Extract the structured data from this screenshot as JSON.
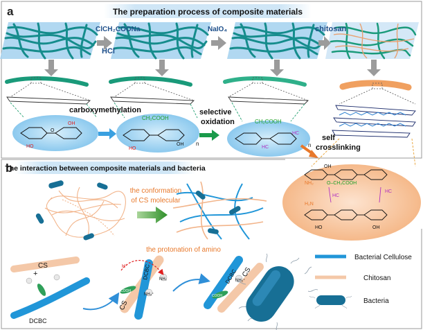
{
  "panel_a": {
    "letter": "a",
    "title": "The preparation process of composite materials",
    "reagents": [
      "ClCH₂COONa",
      "HCl",
      "NaIO₄",
      "chitosan"
    ],
    "steps": {
      "carboxymethylation": "carboxymethylation",
      "selective": "selective",
      "oxidation": "oxidation",
      "self": "self",
      "crosslinking": "crosslinking"
    },
    "chem": {
      "ch2cooh": "CH₂COOH",
      "oh": "OH",
      "ho": "HO",
      "o": "O",
      "n": "n",
      "nh2": "NH₂",
      "h2n": "H₂N",
      "hc": "HC",
      "o_ch2cooh": "O–CH₂COOH"
    }
  },
  "panel_b": {
    "letter": "b",
    "title": "The interaction between composite materials and bacteria",
    "conformation_line1": "the conformation",
    "conformation_line2": "of CS molecular",
    "protonation": "the protonation of amino",
    "cs": "CS",
    "dcbc": "DCBC",
    "plus": "+",
    "nh2": "NH₂",
    "nh3": "NH₃⁺",
    "hplus": "H⁺",
    "cooh": "COOH",
    "legend": [
      "Bacterial Cellulose",
      "Chitosan",
      "Bacteria"
    ]
  },
  "colors": {
    "title_bar": "#cfe6f6",
    "fiber_teal": "#1a9a9a",
    "sheet_blue": "#a9d4ef",
    "ring_blue": "#1f79c9",
    "red": "#e02020",
    "green": "#1fa02a",
    "magenta": "#b030c0",
    "orange": "#e8782a",
    "peach": "#f7cba7",
    "cs_fiber": "#f4c8a8",
    "bc_fiber": "#2196d8",
    "bacteria": "#176f95"
  }
}
